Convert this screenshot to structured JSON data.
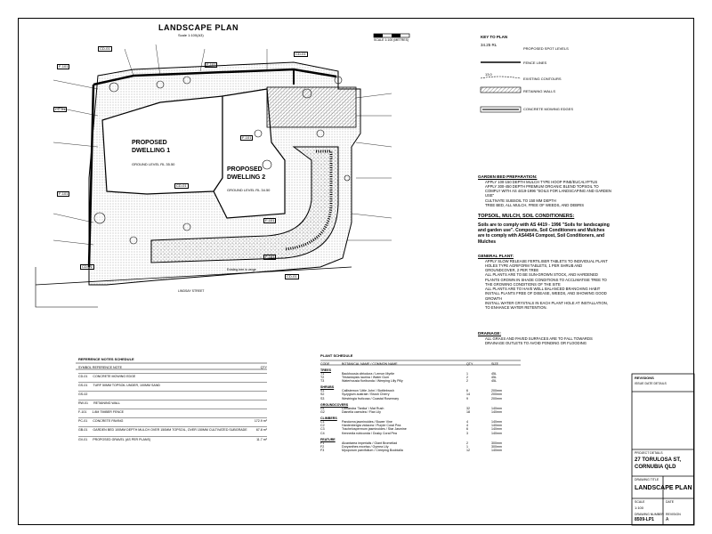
{
  "drawing": {
    "title": "LANDSCAPE PLAN",
    "scale_text": "Scale 1:100(A3)",
    "scale_bar_label": "SCALE 1:100 (METRES)"
  },
  "plan": {
    "dwelling1_line1": "PROPOSED",
    "dwelling1_line2": "DWELLING 1",
    "dwelling1_level": "GROUND LEVEL  RL 35.50",
    "dwelling2_line1": "PROPOSED",
    "dwelling2_line2": "DWELLING 2",
    "dwelling2_level": "GROUND LEVEL  RL 34.50",
    "street": "LINDSAY STREET",
    "driveway_label": "Existing tree in verge",
    "tags": [
      "F-101",
      "F-101",
      "F-101",
      "F-101",
      "F-101",
      "F-101",
      "CD-01",
      "CD-01",
      "CD-01",
      "CD-01",
      "CD-01",
      "PC-01"
    ]
  },
  "legend": {
    "title": "KEY TO PLAN",
    "items": [
      {
        "symbol": "34.25 RL",
        "label": "PROPOSED SPOT LEVELS"
      },
      {
        "symbol": "",
        "label": "FENCE LINES"
      },
      {
        "symbol": "13.0",
        "label": "EXISTING CONTOURS"
      },
      {
        "symbol": "",
        "label": "RETAINING WALLS"
      },
      {
        "symbol": "",
        "label": "CONCRETE MOWING EDGES"
      }
    ]
  },
  "notes": {
    "garden_bed_heading": "GARDEN BED PREPARATION:",
    "garden_bed_items": [
      "APPLY 100-150 DEPTH MULCH TYPE HOOP PINE/EUCALYPTUS",
      "APPLY 300-450 DEPTH PREMIUM ORGANIC BLEND TOPSOIL TO COMPLY WITH AS 4419-1996 \"SOILS FOR LANDSCAPING AND GARDEN USE\"",
      "CULTIVATE SUBSOIL TO 150 MM DEPTH",
      "TREE BED, ALL MULCH, FREE OF WEEDS, AND DEBRIS"
    ],
    "topsoil_heading": "TOPSOIL, MULCH, SOIL CONDITIONERS:",
    "topsoil_body": "Soils are to comply with AS 4419 - 1996 \"Soils for landscaping and garden use\". Composts, Soil Conditioners and Mulches are to comply with AS4454 Compost, Soil Conditioners, and Mulches",
    "general_heading": "GENERAL PLANT:",
    "general_items": [
      "APPLY SLOW RELEASE FERTILISER TABLETS TO INDIVIDUAL PLANT HOLES TYPE AGRIFORM TABLETS, 1 PER SHRUB AND GROUNDCOVER, 2 PER TREE",
      "ALL PLANTS ARE TO BE SUN-GROWN STOCK, AND HARDENED PLANTS GROWN IN SHADE CONDITIONS TO ACCLIMATISE TREE TO THE GROWING CONDITIONS OF THE SITE",
      "ALL PLANTS ARE TO HAVE WELL BALANCED BRANCHING HABIT",
      "INSTALL PLANTS FREE OF DISEASE, WEEDS, AND SHOWING GOOD GROWTH",
      "INSTALL WATER CRYSTALS IN EACH PLANT HOLE AT INSTALLATION, TO ENHANCE WATER RETENTION."
    ],
    "drainage_heading": "DRAINAGE:",
    "drainage_body": "ALL GRASS AND PAVED SURFACES ARE TO FALL TOWARDS DRAINAGE OUTLETS TO AVOID PONDING OR FLOODING"
  },
  "reference_schedule": {
    "title": "REFERENCE NOTES SCHEDULE",
    "col_code": "SYMBOL  REFERENCE NOTE",
    "col_qty": "QTY",
    "rows": [
      {
        "code": "CD-01",
        "text": "CONCRETE MOWING EDGE",
        "qty": ""
      },
      {
        "code": "GS-01",
        "text": "TURF 50MM TOPSOIL UNDER, 100MM SAND",
        "qty": ""
      },
      {
        "code": "GS-02",
        "text": "",
        "qty": ""
      },
      {
        "code": "RW-01",
        "text": "RETAINING WALL",
        "qty": ""
      },
      {
        "code": "F-101",
        "text": "1.8M TIMBER FENCE",
        "qty": ""
      },
      {
        "code": "PC-01",
        "text": "CONCRETE PAVING",
        "qty": "172.9 m²"
      },
      {
        "code": "GB-01",
        "text": "GARDEN BED 100MM DEPTH MULCH OVER 150MM TOPSOIL, OVER 150MM CULTIVATED SUBGRADE",
        "qty": "67.8 m²"
      },
      {
        "code": "GV-01",
        "text": "PROPOSED GRAVEL (AS PER PLANS)",
        "qty": "11.7 m²"
      }
    ]
  },
  "plant_schedule": {
    "title": "PLANT SCHEDULE",
    "headers": [
      "CODE",
      "BOTANICAL NAME / COMMON NAME",
      "QTY",
      "SIZE"
    ],
    "groups": [
      {
        "heading": "TREES",
        "rows": [
          [
            "T1",
            "Backhousia citriodora / Lemon Myrtle",
            "1",
            "45L"
          ],
          [
            "T2",
            "Tristaniopsis laurina / Water Gum",
            "2",
            "45L"
          ],
          [
            "T3",
            "Waterhousia floribunda / Weeping Lilly Pilly",
            "2",
            "45L"
          ]
        ]
      },
      {
        "heading": "SHRUBS",
        "rows": [
          [
            "S1",
            "Callistemon 'Little John' / Bottlebrush",
            "6",
            "200mm"
          ],
          [
            "S2",
            "Syzygium australe / Brush Cherry",
            "14",
            "200mm"
          ],
          [
            "S3",
            "Westringia fruticosa / Coastal Rosemary",
            "9",
            "200mm"
          ]
        ]
      },
      {
        "heading": "GROUNDCOVERS",
        "rows": [
          [
            "G1",
            "Lomandra 'Tanika' / Mat Rush",
            "32",
            "140mm"
          ],
          [
            "G2",
            "Dianella caerulea / Flax Lily",
            "18",
            "140mm"
          ]
        ]
      },
      {
        "heading": "CLIMBERS",
        "rows": [
          [
            "C1",
            "Pandorea jasminoides / Bower Vine",
            "4",
            "140mm"
          ],
          [
            "C2",
            "Hardenbergia violacea / Purple Coral Pea",
            "4",
            "140mm"
          ],
          [
            "C3",
            "Trachelospermum jasminoides / Star Jasmine",
            "6",
            "140mm"
          ],
          [
            "C4",
            "Kennedia rubicunda / Dusky Coral Pea",
            "3",
            "140mm"
          ]
        ]
      },
      {
        "heading": "FEATURE",
        "rows": [
          [
            "F1",
            "Alcantarea imperialis / Giant Bromeliad",
            "2",
            "300mm"
          ],
          [
            "F2",
            "Doryanthes excelsa / Gymea Lily",
            "1",
            "300mm"
          ],
          [
            "F3",
            "Myoporum parvifolium / Creeping Boobialla",
            "12",
            "140mm"
          ]
        ]
      }
    ]
  },
  "title_block": {
    "firm_line1": "REVISIONS",
    "firm_line2": "ISSUE  DATE  DETAILS",
    "project_label": "PROJECT DETAILS",
    "project_line1": "27 TORULOSA ST,",
    "project_line2": "CORNUBIA QLD",
    "drawing_label": "DRAWING TITLE",
    "drawing_title": "LANDSCAPE PLAN",
    "scale_label": "SCALE",
    "scale_value": "1:100",
    "date_label": "DATE",
    "date_value": "",
    "drawing_number_label": "DRAWING NUMBER",
    "drawing_number": "8509-LP1",
    "revision_label": "REVISION",
    "revision_value": "A"
  }
}
